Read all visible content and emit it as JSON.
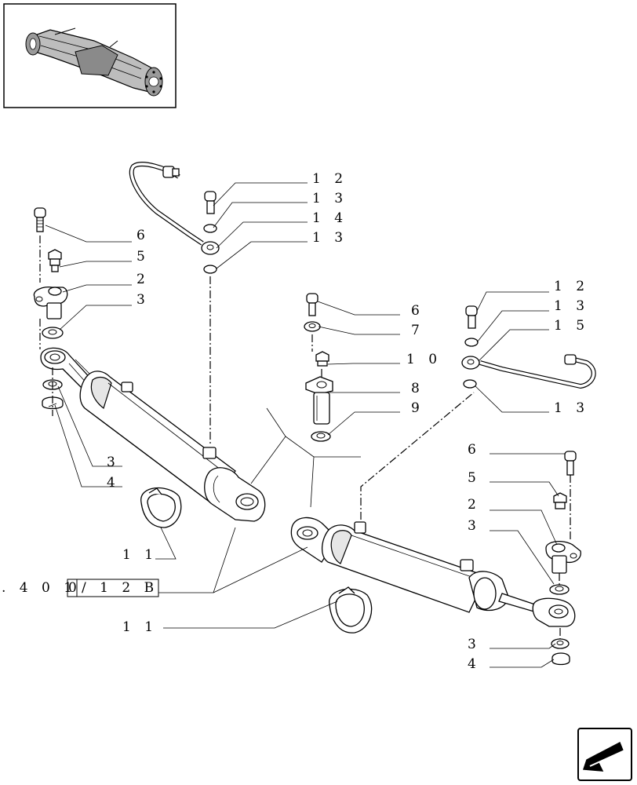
{
  "callouts": [
    {
      "id": "c-12a",
      "text": "1 2"
    },
    {
      "id": "c-13a",
      "text": "1 3"
    },
    {
      "id": "c-14a",
      "text": "1 4"
    },
    {
      "id": "c-13b",
      "text": "1 3"
    },
    {
      "id": "c-6a",
      "text": "6"
    },
    {
      "id": "c-5a",
      "text": "5"
    },
    {
      "id": "c-2a",
      "text": "2"
    },
    {
      "id": "c-3a",
      "text": "3"
    },
    {
      "id": "c-3b",
      "text": "3"
    },
    {
      "id": "c-4a",
      "text": "4"
    },
    {
      "id": "c-11a",
      "text": "1 1"
    },
    {
      "id": "c-6b",
      "text": "6"
    },
    {
      "id": "c-7a",
      "text": "7"
    },
    {
      "id": "c-10a",
      "text": "1 0"
    },
    {
      "id": "c-8a",
      "text": "8"
    },
    {
      "id": "c-9a",
      "text": "9"
    },
    {
      "id": "c-12b",
      "text": "1 2"
    },
    {
      "id": "c-13c",
      "text": "1 3"
    },
    {
      "id": "c-15a",
      "text": "1 5"
    },
    {
      "id": "c-13d",
      "text": "1 3"
    },
    {
      "id": "c-6c",
      "text": "6"
    },
    {
      "id": "c-5b",
      "text": "5"
    },
    {
      "id": "c-2b",
      "text": "2"
    },
    {
      "id": "c-3c",
      "text": "3"
    },
    {
      "id": "c-11b",
      "text": "1 1"
    },
    {
      "id": "c-3d",
      "text": "3"
    },
    {
      "id": "c-4b",
      "text": "4"
    }
  ],
  "reference": {
    "prefix": ". 4 0 1",
    "box1": "0",
    "box2": "/ 1 2 B"
  },
  "icons": {
    "thumbnail": "axle-assembly-icon",
    "nav": "return-arrow-icon"
  }
}
